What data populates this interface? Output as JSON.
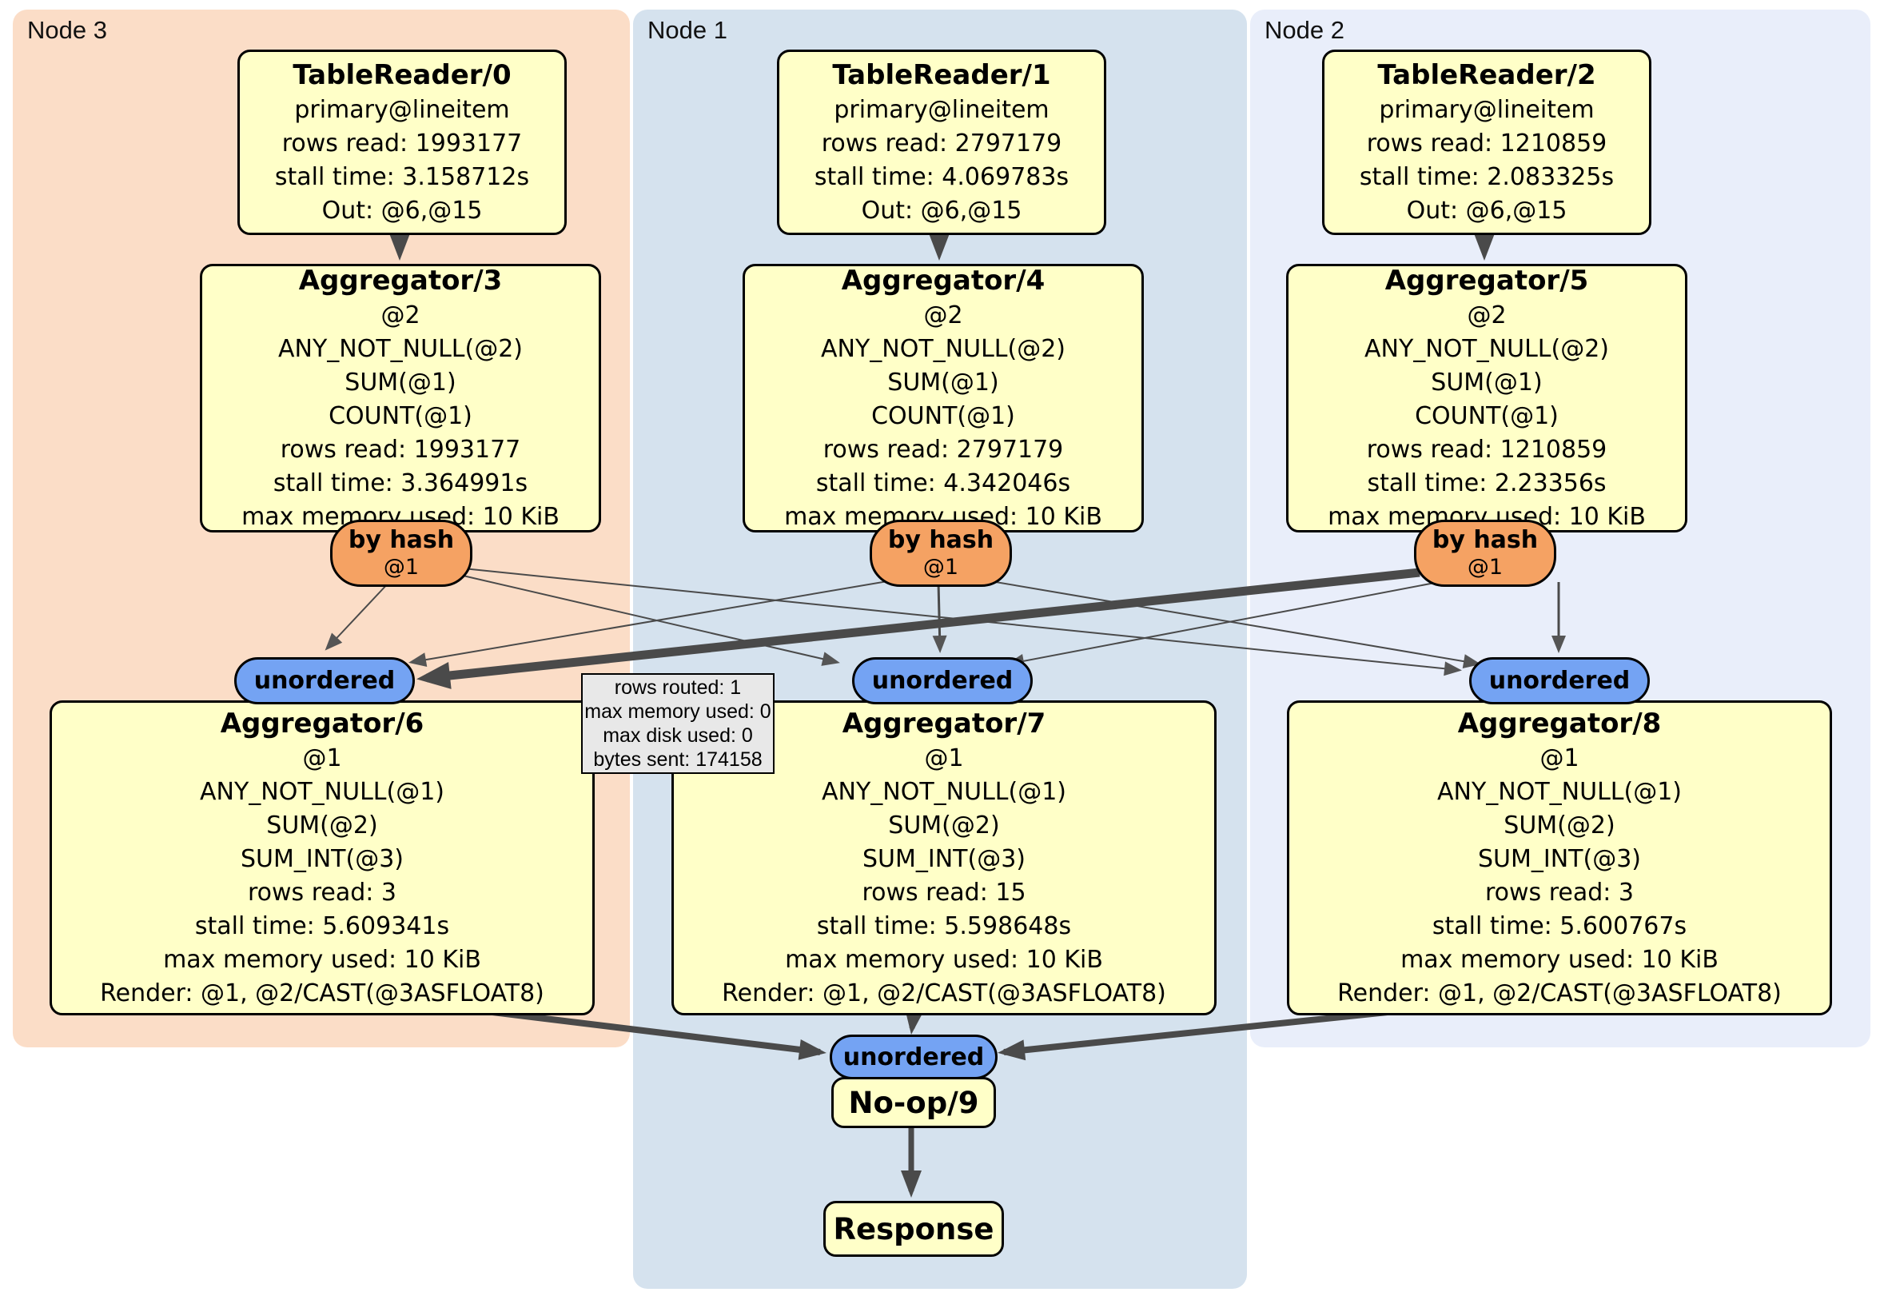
{
  "regions": [
    {
      "label": "Node 3"
    },
    {
      "label": "Node 1"
    },
    {
      "label": "Node 2"
    }
  ],
  "readers": [
    {
      "title": "TableReader/0",
      "lines": [
        "primary@lineitem",
        "rows read: 1993177",
        "stall time: 3.158712s",
        "Out: @6,@15"
      ]
    },
    {
      "title": "TableReader/1",
      "lines": [
        "primary@lineitem",
        "rows read: 2797179",
        "stall time: 4.069783s",
        "Out: @6,@15"
      ]
    },
    {
      "title": "TableReader/2",
      "lines": [
        "primary@lineitem",
        "rows read: 1210859",
        "stall time: 2.083325s",
        "Out: @6,@15"
      ]
    }
  ],
  "aggs_top": [
    {
      "title": "Aggregator/3",
      "lines": [
        "@2",
        "ANY_NOT_NULL(@2)",
        "SUM(@1)",
        "COUNT(@1)",
        "rows read: 1993177",
        "stall time: 3.364991s",
        "max memory used: 10 KiB"
      ]
    },
    {
      "title": "Aggregator/4",
      "lines": [
        "@2",
        "ANY_NOT_NULL(@2)",
        "SUM(@1)",
        "COUNT(@1)",
        "rows read: 2797179",
        "stall time: 4.342046s",
        "max memory used: 10 KiB"
      ]
    },
    {
      "title": "Aggregator/5",
      "lines": [
        "@2",
        "ANY_NOT_NULL(@2)",
        "SUM(@1)",
        "COUNT(@1)",
        "rows read: 1210859",
        "stall time: 2.23356s",
        "max memory used: 10 KiB"
      ]
    }
  ],
  "routers": [
    {
      "label": "by hash",
      "sub": "@1"
    },
    {
      "label": "by hash",
      "sub": "@1"
    },
    {
      "label": "by hash",
      "sub": "@1"
    }
  ],
  "syncs": [
    {
      "label": "unordered"
    },
    {
      "label": "unordered"
    },
    {
      "label": "unordered"
    },
    {
      "label": "unordered"
    }
  ],
  "aggs_bottom": [
    {
      "title": "Aggregator/6",
      "lines": [
        "@1",
        "ANY_NOT_NULL(@1)",
        "SUM(@2)",
        "SUM_INT(@3)",
        "rows read: 3",
        "stall time: 5.609341s",
        "max memory used: 10 KiB",
        "Render: @1, @2/CAST(@3ASFLOAT8)"
      ]
    },
    {
      "title": "Aggregator/7",
      "lines": [
        "@1",
        "ANY_NOT_NULL(@1)",
        "SUM(@2)",
        "SUM_INT(@3)",
        "rows read: 15",
        "stall time: 5.598648s",
        "max memory used: 10 KiB",
        "Render: @1, @2/CAST(@3ASFLOAT8)"
      ]
    },
    {
      "title": "Aggregator/8",
      "lines": [
        "@1",
        "ANY_NOT_NULL(@1)",
        "SUM(@2)",
        "SUM_INT(@3)",
        "rows read: 3",
        "stall time: 5.600767s",
        "max memory used: 10 KiB",
        "Render: @1, @2/CAST(@3ASFLOAT8)"
      ]
    }
  ],
  "noop": {
    "title": "No-op/9"
  },
  "response": {
    "title": "Response"
  },
  "tooltip": {
    "lines": [
      "rows routed: 1",
      "max memory used: 0",
      "max disk used: 0",
      "bytes sent: 174158"
    ]
  },
  "colors": {
    "node3": "#fbddc7",
    "node1": "#d5e2ee",
    "node2": "#e9eefa",
    "box": "#ffffc8",
    "router": "#f5a263",
    "sync": "#74a3f3",
    "edge": "#4a4a4a",
    "tooltip": "#e8e8e8"
  }
}
